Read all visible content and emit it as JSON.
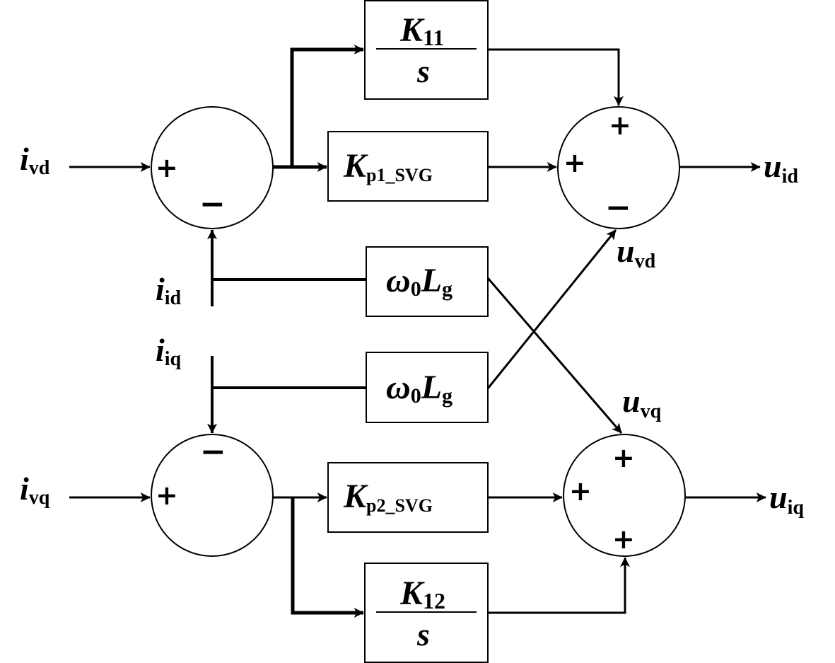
{
  "diagram": {
    "type": "block-diagram",
    "description": "Decoupled dq current controller for SVG",
    "colors": {
      "line": "#000000",
      "background": "#ffffff"
    },
    "inputs": {
      "ivd": {
        "main": "i",
        "sub": "vd"
      },
      "ivq": {
        "main": "i",
        "sub": "vq"
      },
      "iid": {
        "main": "i",
        "sub": "id"
      },
      "iiq": {
        "main": "i",
        "sub": "iq"
      }
    },
    "outputs": {
      "uid": {
        "main": "u",
        "sub": "id"
      },
      "uiq": {
        "main": "u",
        "sub": "iq"
      }
    },
    "feedforward": {
      "uvd": {
        "main": "u",
        "sub": "vd"
      },
      "uvq": {
        "main": "u",
        "sub": "vq"
      }
    },
    "blocks": {
      "k11": {
        "num_main": "K",
        "num_sub": "11",
        "den": "s"
      },
      "kp1": {
        "main": "K",
        "sub": "p1_SVG"
      },
      "wl_top": {
        "w": "ω",
        "w_sub": "0",
        "l": "L",
        "l_sub": "g"
      },
      "wl_bot": {
        "w": "ω",
        "w_sub": "0",
        "l": "L",
        "l_sub": "g"
      },
      "kp2": {
        "main": "K",
        "sub": "p2_SVG"
      },
      "k12": {
        "num_main": "K",
        "num_sub": "12",
        "den": "s"
      }
    },
    "summers": {
      "s1": {
        "left": "+",
        "bottom": "−"
      },
      "s2": {
        "top": "+",
        "left": "+",
        "bottom": "−"
      },
      "s3": {
        "top": "−",
        "left": "+"
      },
      "s4": {
        "top": "+",
        "left": "+",
        "bottom": "+"
      }
    }
  }
}
